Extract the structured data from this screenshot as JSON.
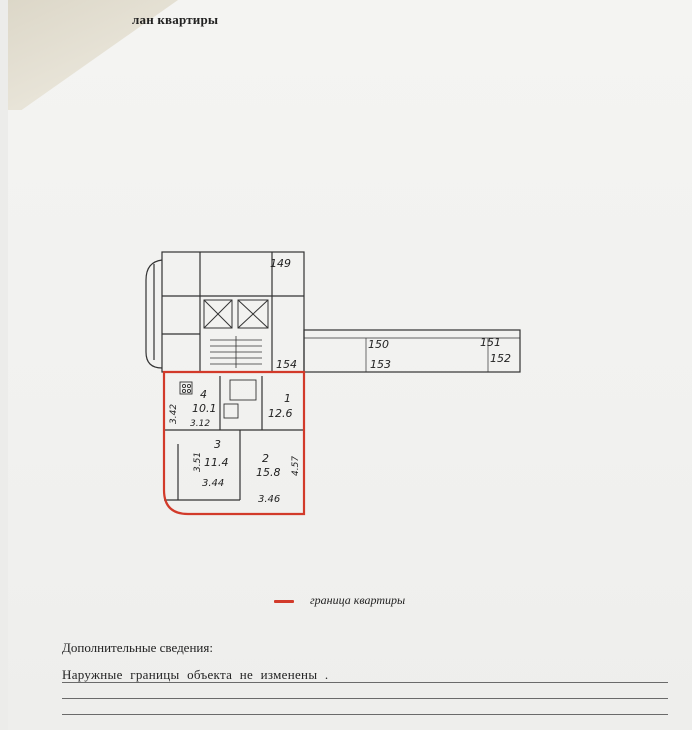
{
  "document": {
    "title": "лан квартиры",
    "legend": {
      "label": "граница квартиры",
      "color": "#d23a2a"
    },
    "info": {
      "heading": "Дополнительные сведения:",
      "line": "Наружные   границы   объекта   не   изменены ."
    }
  },
  "plan": {
    "labels": {
      "n149": "149",
      "n150": "150",
      "n151": "151",
      "n152": "152",
      "n153": "153",
      "n154": "154",
      "room1_num": "1",
      "room1_area": "12.6",
      "room2_num": "2",
      "room2_area": "15.8",
      "room3_num": "3",
      "room3_area": "11.4",
      "room4_num": "4",
      "room4_area": "10.1",
      "d_312": "3.12",
      "d_342": "3.42",
      "d_351": "3.51",
      "d_344": "3.44",
      "d_346": "3.46",
      "d_457": "4.57"
    }
  }
}
